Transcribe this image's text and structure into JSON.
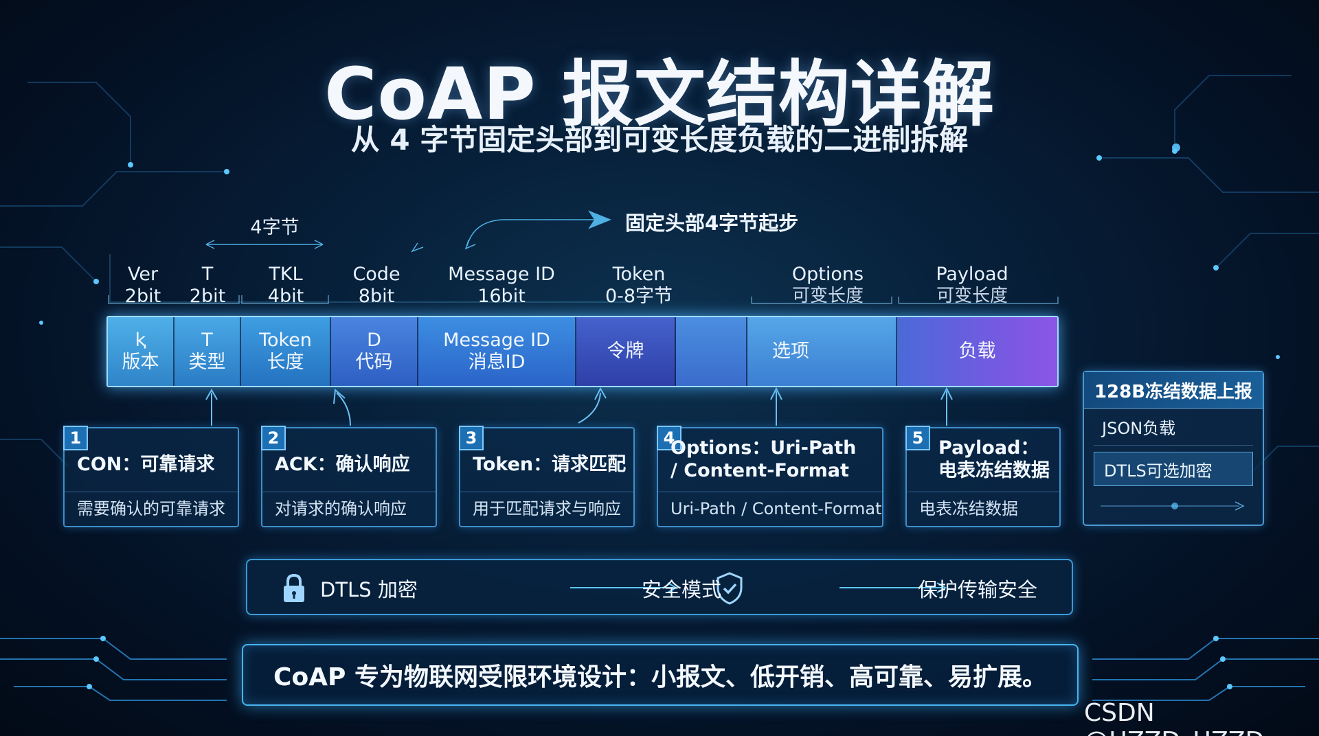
{
  "title": "CoAP 报文结构详解",
  "subtitle": "从 4 字节固定头部到可变长度负载的二进制拆解",
  "top_annotation": {
    "bytes_label": "4字节",
    "callout": "固定头部4字节起步"
  },
  "field_labels": [
    {
      "name": "Ver",
      "size": "2bit"
    },
    {
      "name": "T",
      "size": "2bit"
    },
    {
      "name": "TKL",
      "size": "4bit"
    },
    {
      "name": "Code",
      "size": "8bit"
    },
    {
      "name": "Message ID",
      "size": "16bit"
    },
    {
      "name": "Token",
      "size": "0-8字节"
    },
    {
      "name": "Options",
      "size": "可变长度"
    },
    {
      "name": "Payload",
      "size": "可变长度"
    }
  ],
  "segments": [
    {
      "line1": "ⱪ",
      "line2": "版本",
      "color": "#3f9bd8"
    },
    {
      "line1": "T",
      "line2": "类型",
      "color": "#3791d6"
    },
    {
      "line1": "Token",
      "line2": "长度",
      "color": "#2f86d2"
    },
    {
      "line1": "D",
      "line2": "代码",
      "color": "#3a6fd0"
    },
    {
      "line1": "Message ID",
      "line2": "消息ID",
      "color": "#3274d6"
    },
    {
      "line1": "令牌",
      "line2": "",
      "color": "#3a5bc6"
    },
    {
      "line1": "",
      "line2": "",
      "color": "#3c78d2"
    },
    {
      "line1": "选项",
      "line2": "",
      "color": "#3f8ad6"
    },
    {
      "line1": "负载",
      "line2": "",
      "color": "#6a5ad8"
    }
  ],
  "cards": [
    {
      "num": "1",
      "heading": "CON：可靠请求",
      "heading2": "",
      "desc": "需要确认的可靠请求"
    },
    {
      "num": "2",
      "heading": "ACK：确认响应",
      "heading2": "",
      "desc": "对请求的确认响应"
    },
    {
      "num": "3",
      "heading": "Token：请求匹配",
      "heading2": "",
      "desc": "用于匹配请求与响应"
    },
    {
      "num": "4",
      "heading": "Options：Uri-Path",
      "heading2": "/ Content-Format",
      "desc": "Uri-Path / Content-Format"
    },
    {
      "num": "5",
      "heading": "Payload：",
      "heading2": "电表冻结数据",
      "desc": "电表冻结数据"
    }
  ],
  "side_panel": {
    "title": "128B冻结数据上报",
    "row1": "JSON负载",
    "row2": "DTLS可选加密"
  },
  "dtls_flow": {
    "step1": "DTLS 加密",
    "step2": "安全模式",
    "step3": "保护传输安全"
  },
  "banner": "CoAP 专为物联网受限环境设计：小报文、低开销、高可靠、易扩展。",
  "watermark": "CSDN @HZZD_HZZD",
  "colors": {
    "accent": "#5cc8ff",
    "payload": "#7a5ce0"
  },
  "icons": {
    "lock": "lock-icon",
    "shield": "shield-check-icon"
  }
}
